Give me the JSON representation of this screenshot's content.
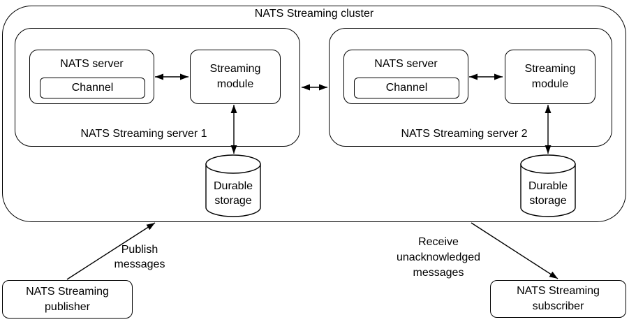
{
  "title": "NATS Streaming cluster",
  "servers": [
    {
      "name": "NATS Streaming server 1",
      "nats_server": "NATS server",
      "channel": "Channel",
      "module": "Streaming\nmodule",
      "storage": "Durable\nstorage"
    },
    {
      "name": "NATS Streaming server 2",
      "nats_server": "NATS server",
      "channel": "Channel",
      "module": "Streaming\nmodule",
      "storage": "Durable\nstorage"
    }
  ],
  "publisher": {
    "label": "NATS Streaming\npublisher",
    "edge_label": "Publish\nmessages"
  },
  "subscriber": {
    "label": "NATS Streaming\nsubscriber",
    "edge_label": "Receive\nunacknowledged\nmessages"
  },
  "colors": {
    "stroke": "#000000",
    "background": "#ffffff",
    "text": "#000000"
  }
}
